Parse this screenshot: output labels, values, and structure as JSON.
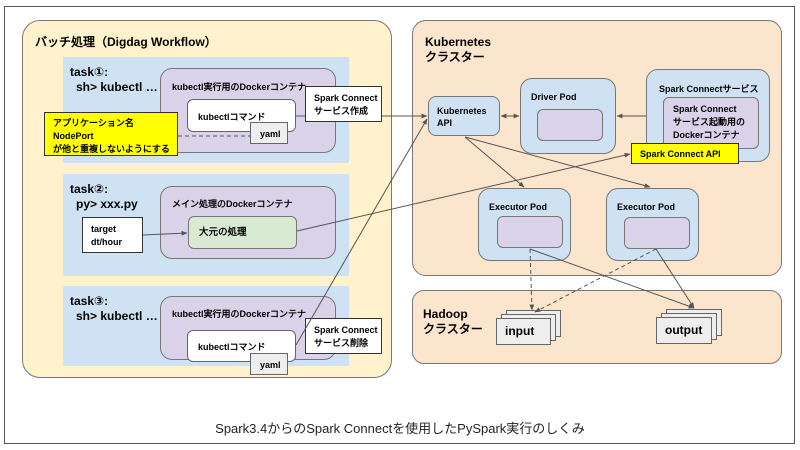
{
  "batch": {
    "title": "バッチ処理（Digdag Workflow）",
    "tasks": [
      {
        "label_line1": "task①:",
        "label_line2": "sh> kubectl …",
        "container_title": "kubectl実行用のDockerコンテナ",
        "command": "kubectlコマンド",
        "yaml": "yaml",
        "action_line1": "Spark Connect",
        "action_line2": "サービス作成",
        "note_line1": "アプリケーション名",
        "note_line2": "NodePort",
        "note_line3": "が他と重複しないようにする"
      },
      {
        "label_line1": "task②:",
        "label_line2": "py> xxx.py",
        "container_title": "メイン処理のDockerコンテナ",
        "param_line1": "target",
        "param_line2": "dt/hour",
        "process": "大元の処理"
      },
      {
        "label_line1": "task③:",
        "label_line2": "sh> kubectl …",
        "container_title": "kubectl実行用のDockerコンテナ",
        "command": "kubectlコマンド",
        "yaml": "yaml",
        "action_line1": "Spark Connect",
        "action_line2": "サービス削除"
      }
    ]
  },
  "kubernetes": {
    "title_line1": "Kubernetes",
    "title_line2": "クラスター",
    "api_line1": "Kubernetes",
    "api_line2": "API",
    "driver_pod": "Driver Pod",
    "service_title": "Spark Connectサービス",
    "service_container_line1": "Spark Connect",
    "service_container_line2": "サービス起動用の",
    "service_container_line3": "Dockerコンテナ",
    "service_api": "Spark Connect API",
    "executor_pods": [
      "Executor Pod",
      "Executor Pod"
    ]
  },
  "hadoop": {
    "title_line1": "Hadoop",
    "title_line2": "クラスター",
    "input": "input",
    "output": "output"
  },
  "caption": "Spark3.4からのSpark Connectを使用したPySpark実行のしくみ",
  "colors": {
    "batch_bg": "#fff2cc",
    "task_bg": "#cfe2f3",
    "container_bg": "#d9d2e9",
    "k8s_bg": "#fce5cd",
    "process_bg": "#d9ead3",
    "note_bg": "#ffff00"
  }
}
